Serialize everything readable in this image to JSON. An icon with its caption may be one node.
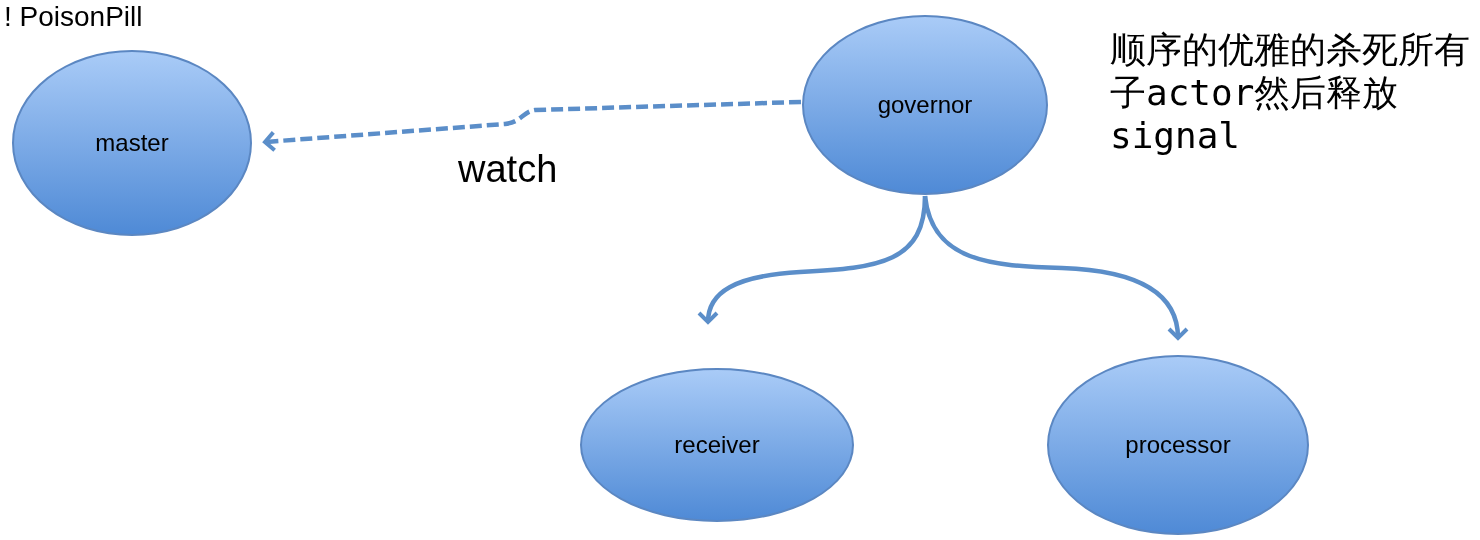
{
  "diagram": {
    "nodes": [
      {
        "text": [
          "master"
        ]
      },
      {
        "text": [
          "governor"
        ]
      },
      {
        "text": [
          "receiver"
        ]
      },
      {
        "text": [
          "processor"
        ]
      }
    ],
    "edges": [
      {
        "from": 1,
        "to": 0,
        "arrow": "to",
        "style": "dashed",
        "label": "watch"
      },
      {
        "from": 1,
        "to": 2,
        "arrow": "to"
      },
      {
        "from": 1,
        "to": 3,
        "arrow": "to"
      }
    ],
    "labels": [
      "! PoisonPill",
      "顺序的优雅的杀死所有子actor然后释放signal"
    ]
  }
}
